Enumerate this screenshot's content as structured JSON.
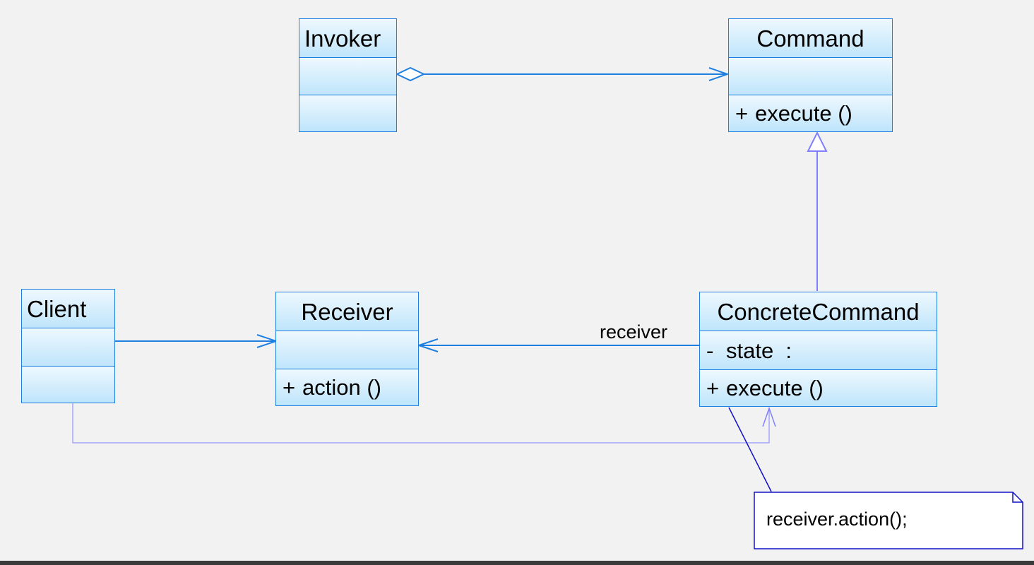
{
  "classes": {
    "invoker": {
      "name": "Invoker"
    },
    "command": {
      "name": "Command",
      "operations": [
        {
          "visibility": "+",
          "text": "execute ()"
        }
      ]
    },
    "client": {
      "name": "Client"
    },
    "receiver": {
      "name": "Receiver",
      "operations": [
        {
          "visibility": "+",
          "text": "action ()"
        }
      ]
    },
    "concrete": {
      "name": "ConcreteCommand",
      "attributes": [
        {
          "visibility": "-",
          "text": "state  :"
        }
      ],
      "operations": [
        {
          "visibility": "+",
          "text": "execute ()"
        }
      ]
    }
  },
  "relations": {
    "receiver_role": "receiver"
  },
  "note": {
    "text": "receiver.action();"
  },
  "colors": {
    "class_border": "#1e7fe0",
    "generalization": "#8080ff",
    "note_border": "#1010c8"
  }
}
